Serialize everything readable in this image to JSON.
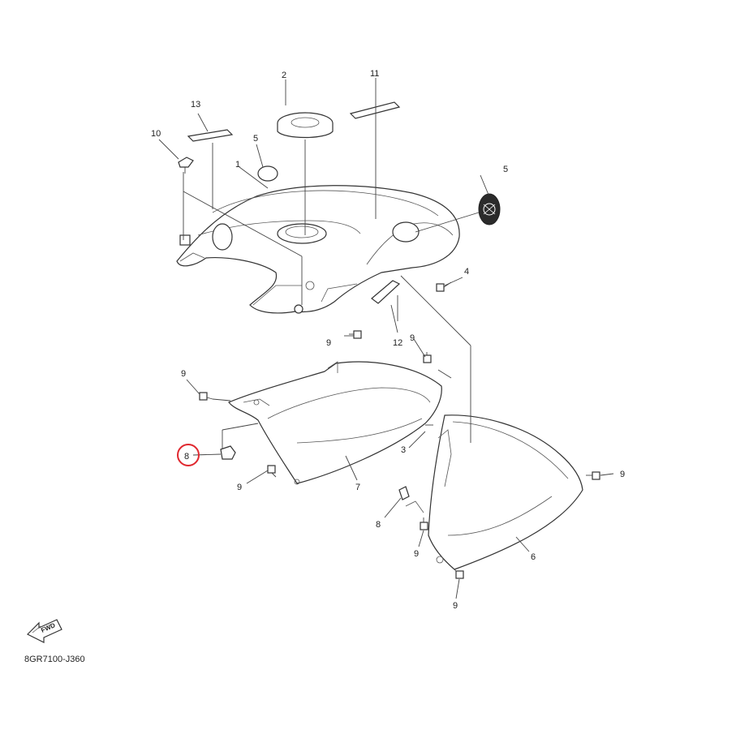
{
  "diagram": {
    "drawing_code": "8GR7100-J360",
    "fwd_label": "FWD",
    "highlight_color": "#e0282f",
    "callouts": {
      "fuel_tank": "1",
      "cap_seal": "2",
      "tank_side_rear": "3",
      "bolt_upper_right": "4",
      "emblem_left": "5",
      "emblem_right": "5",
      "cover_right": "6",
      "cover_left": "7",
      "nut_left": "8",
      "nut_right": "8",
      "bolt_tank_center": "9",
      "bolt_tank_right": "9",
      "bolt_cover_left_top": "9",
      "bolt_cover_left_bottom": "9",
      "bolt_cover_right_side": "9",
      "bolt_cover_right_mid": "9",
      "bolt_cover_right_bottom": "9",
      "rivet": "10",
      "label_center": "11",
      "label_side": "12",
      "label_left": "13"
    }
  }
}
